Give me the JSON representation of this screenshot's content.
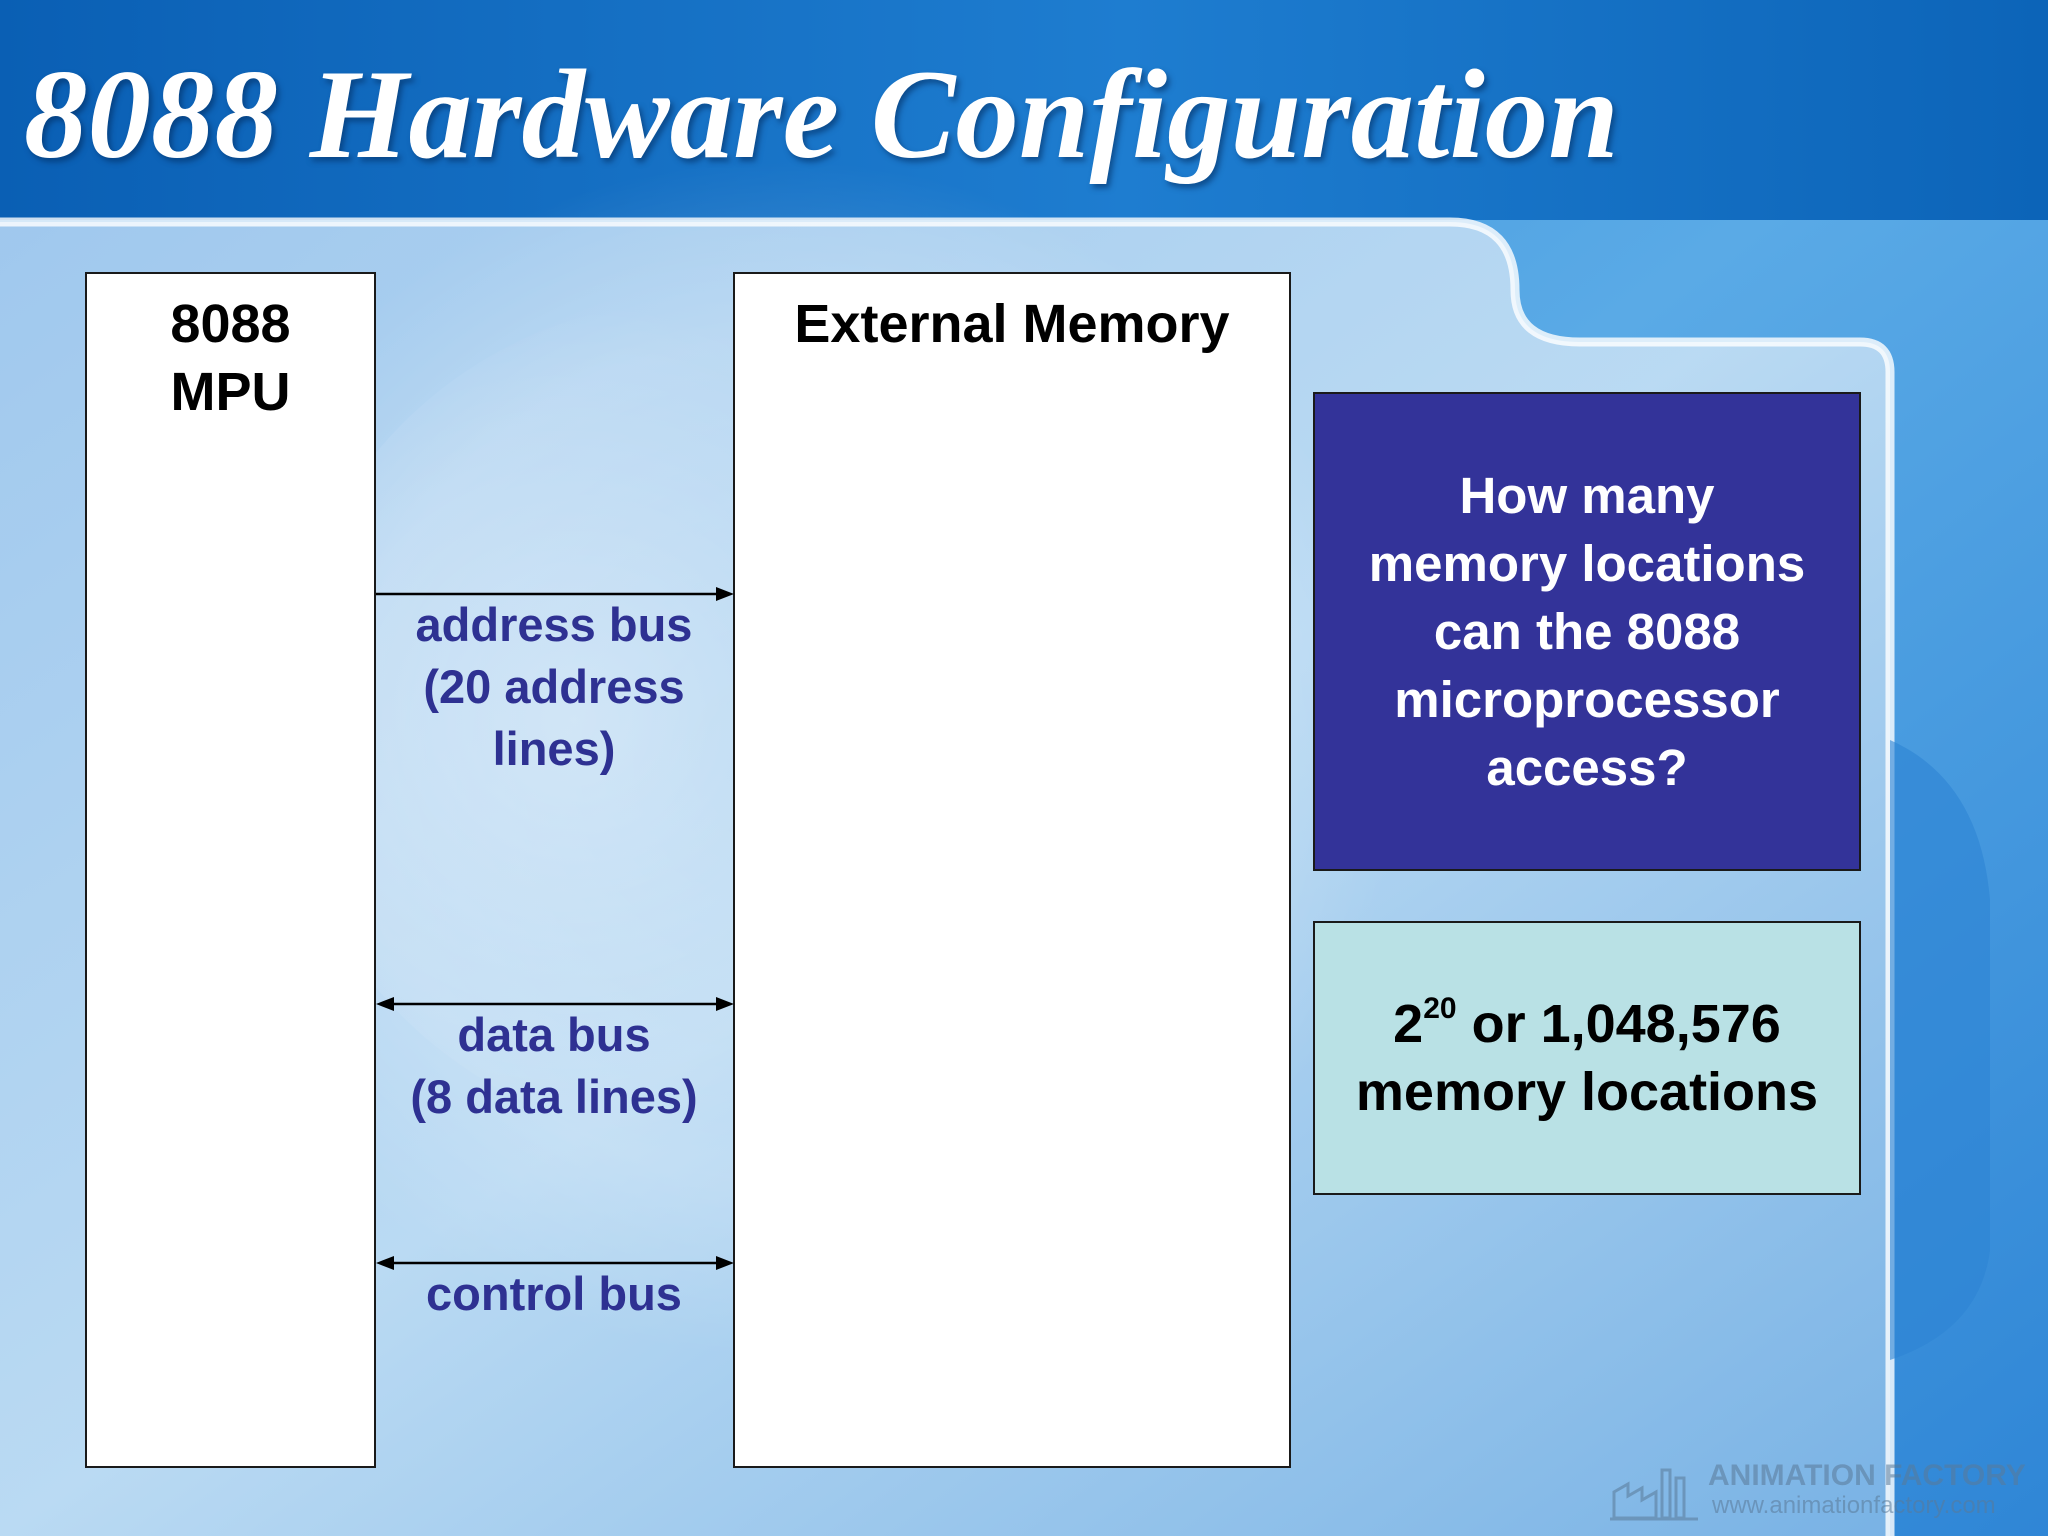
{
  "title": "8088 Hardware Configuration",
  "mpu_box": {
    "label_line1": "8088",
    "label_line2": "MPU"
  },
  "memory_box": {
    "label": "External Memory"
  },
  "buses": {
    "address": {
      "line1": "address bus",
      "line2": "(20 address",
      "line3": "lines)",
      "direction": "one-way"
    },
    "data": {
      "line1": "data bus",
      "line2": "(8 data lines)",
      "direction": "two-way"
    },
    "control": {
      "line1": "control bus",
      "direction": "two-way"
    }
  },
  "question_box": {
    "line1": "How many",
    "line2": "memory locations",
    "line3": "can the 8088",
    "line4": "microprocessor",
    "line5": "access?"
  },
  "answer_box": {
    "base": "2",
    "exponent": "20",
    "rest": " or 1,048,576",
    "line2": "memory locations"
  },
  "watermark": {
    "name": "ANIMATION FACTORY",
    "url": "www.animationfactory.com"
  },
  "colors": {
    "question_bg": "#333399",
    "answer_bg": "#b9e1e5",
    "bus_label": "#2e3192",
    "background": "#4a9ede"
  }
}
